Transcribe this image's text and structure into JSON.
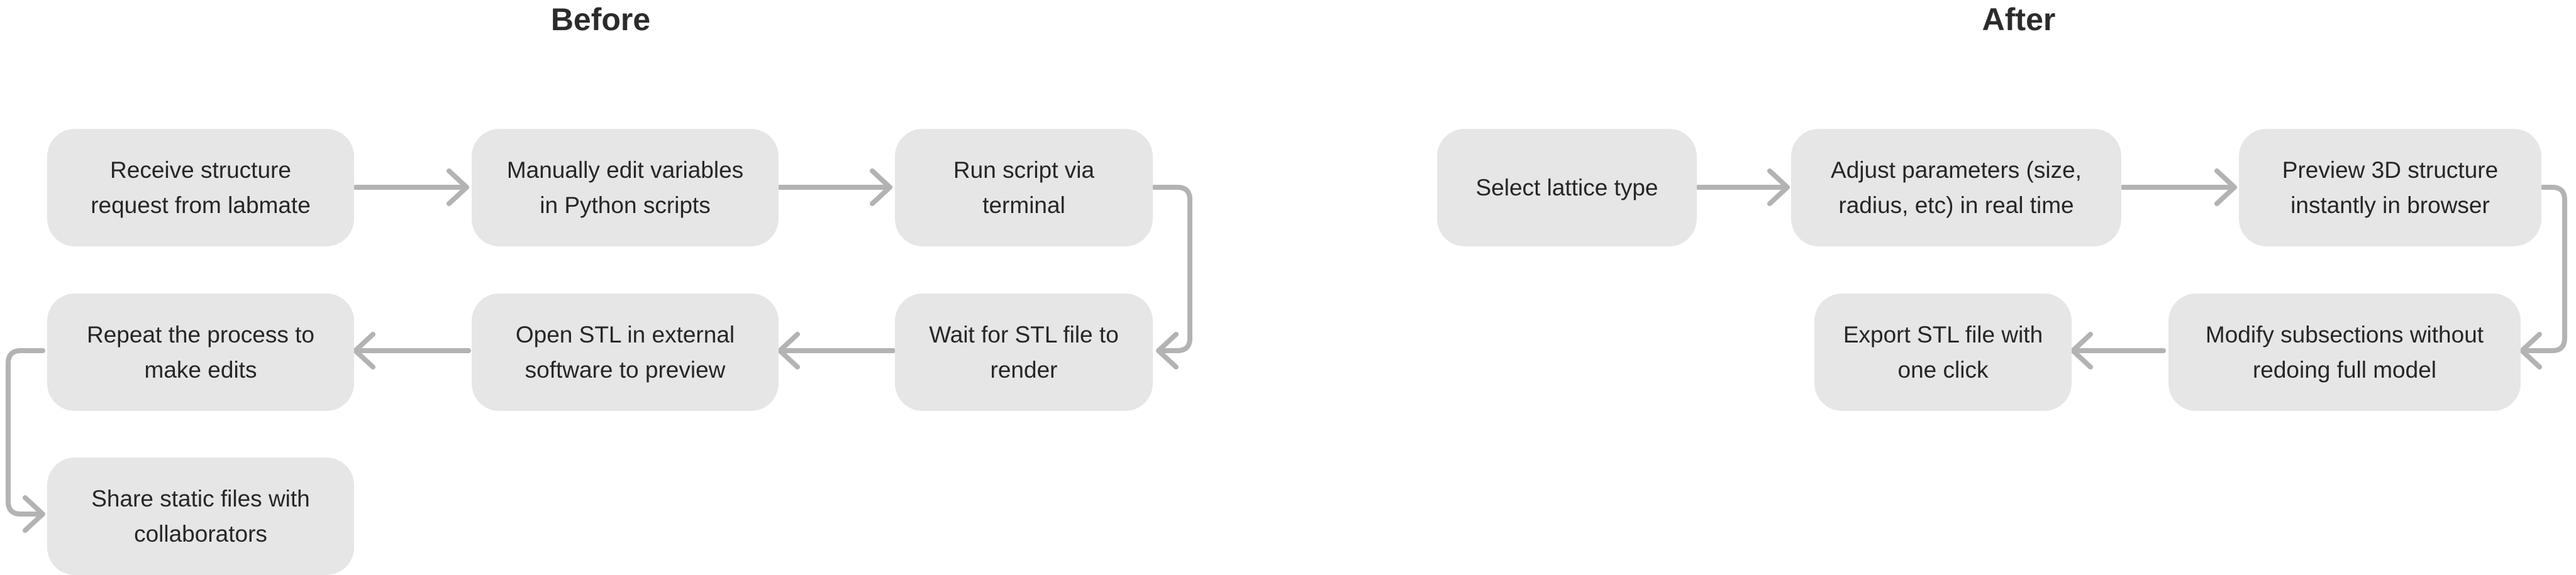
{
  "before": {
    "title": "Before",
    "steps": [
      "Receive structure\nrequest from labmate",
      "Manually edit variables\nin Python scripts",
      "Run script via\nterminal",
      "Wait for STL file to\nrender",
      "Open STL in external\nsoftware to preview",
      "Repeat the process to\nmake edits",
      "Share static files with\ncollaborators"
    ]
  },
  "after": {
    "title": "After",
    "steps": [
      "Select lattice type",
      "Adjust parameters (size,\nradius, etc) in real time",
      "Preview 3D structure\ninstantly in browser",
      "Modify subsections without\nredoing full model",
      "Export STL file with\none click"
    ]
  },
  "colors": {
    "node_fill": "#e6e6e6",
    "connector": "#b3b3b3",
    "title_text": "#2b2b2b"
  }
}
